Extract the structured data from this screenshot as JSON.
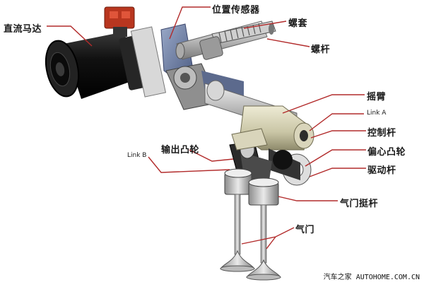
{
  "labels": {
    "dc_motor": "直流马达",
    "position_sensor": "位置传感器",
    "nut_sleeve": "螺套",
    "screw_rod": "螺杆",
    "rocker_arm": "摇臂",
    "link_a": "Link A",
    "control_rod": "控制杆",
    "eccentric_cam": "偏心凸轮",
    "drive_rod": "驱动杆",
    "output_cam": "输出凸轮",
    "link_b": "Link B",
    "valve_tappet": "气门挺杆",
    "valve": "气门"
  },
  "watermark": "汽车之家 AUTOHOME.COM.CN",
  "colors": {
    "leader": "#b22b2b",
    "text": "#1a1a1a"
  }
}
